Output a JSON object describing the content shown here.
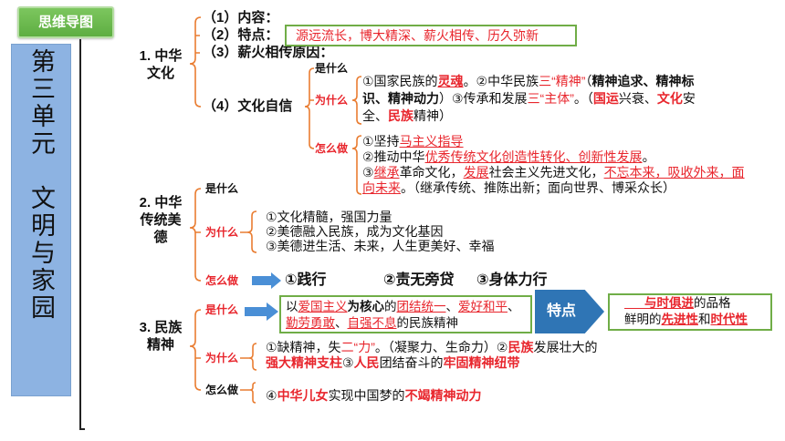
{
  "colors": {
    "red": "#e8262d",
    "orange": "#e97d32",
    "green": "#70ad47",
    "blue": "#2f75b5",
    "arrow_blue": "#4a8fd6",
    "panel_blue": "#8db3e2",
    "button_green": "#6aba4c"
  },
  "header": {
    "mindmap_button": "思维导图"
  },
  "unit_title": "第三单元　文明与家园",
  "section1": {
    "label_lines": [
      "1. 中华",
      "文化"
    ],
    "item_content": "（1）内容：",
    "item_feature": "（2）特点：",
    "item_reason": "（3）薪火相传原因：",
    "item_confidence": "（4）文化自信",
    "feature_box": "源远流长，博大精深、薪火相传、历久弥新",
    "confidence": {
      "what_label": "是什么",
      "why_label": "为什么",
      "how_label": "怎么做",
      "why_lines": [
        [
          {
            "t": "①国家民族的"
          },
          {
            "t": "灵魂",
            "em": "red-bu"
          },
          {
            "t": "。②中华民族"
          },
          {
            "t": "三“精神”",
            "em": "red"
          },
          {
            "t": "（"
          },
          {
            "t": "精神追求、精神标",
            "em": "bold"
          }
        ],
        [
          {
            "t": "识、精神动力",
            "em": "bold"
          },
          {
            "t": "）③传承和发展"
          },
          {
            "t": "三“主体”",
            "em": "red"
          },
          {
            "t": "。（"
          },
          {
            "t": "国运",
            "em": "red-b"
          },
          {
            "t": "兴衰、"
          },
          {
            "t": "文化",
            "em": "red-b"
          },
          {
            "t": "安"
          }
        ],
        [
          {
            "t": "全、"
          },
          {
            "t": "民族",
            "em": "red-b"
          },
          {
            "t": "精神）"
          }
        ]
      ],
      "how_lines": [
        [
          {
            "t": "①坚持"
          },
          {
            "t": "马主义指导",
            "em": "red-u"
          }
        ],
        [
          {
            "t": "②推动中华"
          },
          {
            "t": "优秀传统文化创造性转化、创新性发展",
            "em": "red-u"
          },
          {
            "t": "。"
          }
        ],
        [
          {
            "t": "③"
          },
          {
            "t": "继承",
            "em": "red-u"
          },
          {
            "t": "革命文化，"
          },
          {
            "t": "发展",
            "em": "red-u"
          },
          {
            "t": "社会主义先进文化，"
          },
          {
            "t": "不忘本来，吸收外来，面",
            "em": "red-u"
          }
        ],
        [
          {
            "t": "向未来",
            "em": "red-u"
          },
          {
            "t": "。（继承传统、推陈出新；面向世界、博采众长）"
          }
        ]
      ]
    }
  },
  "section2": {
    "label_lines": [
      "2. 中华",
      "传统美",
      "德"
    ],
    "what_label": "是什么",
    "why_label": "为什么",
    "how_label": "怎么做",
    "why_lines": [
      [
        {
          "t": "①文化精髓，强国力量"
        }
      ],
      [
        {
          "t": "②美德融入民族，成为文化基因"
        }
      ],
      [
        {
          "t": "③美德进生活、未来，人生更美好、幸福"
        }
      ]
    ],
    "how_actions": [
      "①践行",
      "②责无旁贷",
      "③身体力行"
    ]
  },
  "section3": {
    "label_lines": [
      "3. 民族",
      "精神"
    ],
    "what_label": "是什么",
    "why_label": "为什么",
    "how_label": "怎么做",
    "what_lines": [
      [
        {
          "t": "以"
        },
        {
          "t": "爱国主义",
          "em": "red-u"
        },
        {
          "t": "为核心",
          "em": "bold"
        },
        {
          "t": "的"
        },
        {
          "t": "团结统一",
          "em": "red-u"
        },
        {
          "t": "、"
        },
        {
          "t": "爱好和平",
          "em": "red-u"
        },
        {
          "t": "、"
        }
      ],
      [
        {
          "t": "勤劳勇敢",
          "em": "red-u"
        },
        {
          "t": "、"
        },
        {
          "t": "自强不息",
          "em": "red-u"
        },
        {
          "t": "的民族精神"
        }
      ]
    ],
    "feature_tag": "特点",
    "feature_lines": [
      [
        {
          "t": "与时俱进",
          "em": "red-bu"
        },
        {
          "t": "的品格"
        }
      ],
      [
        {
          "t": "鲜明的"
        },
        {
          "t": "先进性",
          "em": "red-bu"
        },
        {
          "t": "和"
        },
        {
          "t": "时代性",
          "em": "red-bu"
        }
      ]
    ],
    "why_lines": [
      [
        {
          "t": "①缺精神，失"
        },
        {
          "t": "二“力”",
          "em": "red"
        },
        {
          "t": "。（凝聚力、生命力）②"
        },
        {
          "t": "民族",
          "em": "red-b"
        },
        {
          "t": "发展壮大的"
        }
      ],
      [
        {
          "t": "强大精神支柱",
          "em": "red-b"
        },
        {
          "t": "③"
        },
        {
          "t": "人民",
          "em": "red-b"
        },
        {
          "t": "团结奋斗的"
        },
        {
          "t": "牢固精神纽带",
          "em": "red-b"
        }
      ]
    ],
    "how_lines": [
      [
        {
          "t": "④"
        },
        {
          "t": "中华儿女",
          "em": "red-b"
        },
        {
          "t": "实现中国梦的"
        },
        {
          "t": "不竭精神动力",
          "em": "red-b"
        }
      ]
    ]
  }
}
